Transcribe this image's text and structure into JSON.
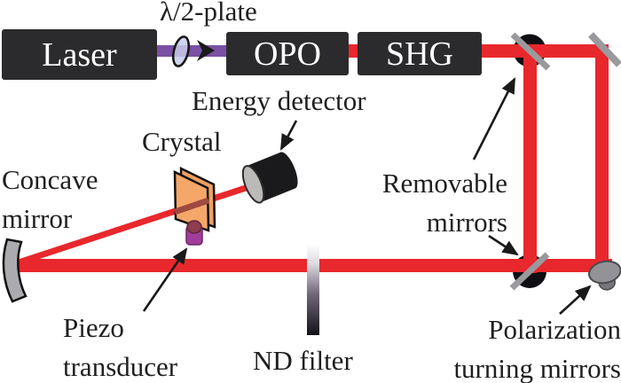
{
  "labels": {
    "half_wave_plate": "λ/2-plate",
    "laser": "Laser",
    "opo": "OPO",
    "shg": "SHG",
    "energy_detector": "Energy detector",
    "crystal": "Crystal",
    "concave_line1": "Concave",
    "concave_line2": "mirror",
    "removable_line1": "Removable",
    "removable_line2": "mirrors",
    "piezo_line1": "Piezo",
    "piezo_line2": "transducer",
    "nd_filter": "ND filter",
    "polarization_line1": "Polarization",
    "polarization_line2": "turning mirrors"
  },
  "colors": {
    "beam_red": "#e8282c",
    "beam_purple": "#7b51a4",
    "box_dark": "#2b2b2d",
    "label_ink": "#1f1f1f",
    "mirror_gray": "#9a9a9e",
    "mount_black": "#0f0f13",
    "crystal_orange": "#f5a76a",
    "crystal_back_orange": "#f0a061",
    "beam_through_crystal": "#9f4a40",
    "piezo_purple": "#a23c9a",
    "piezo_top_maroon": "#8e3c50",
    "detector_black": "#1a1a1c",
    "detector_face_gray": "#bcbab9",
    "concave_gray": "#ababaf",
    "pol_mirror_gray": "#939397",
    "plate_lavender": "#c7cbea",
    "arrow_ink": "#1a1a1a",
    "nd_top": "#ffffff",
    "nd_mid": "#6f6878",
    "nd_bottom": "#131219"
  }
}
